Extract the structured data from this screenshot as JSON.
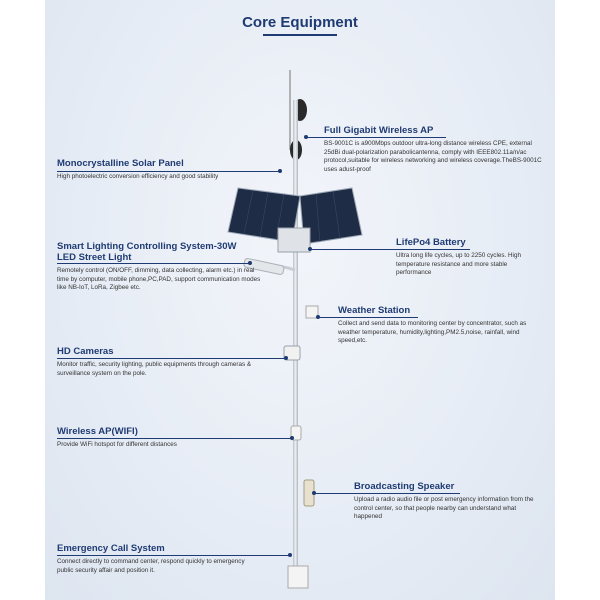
{
  "title": "Core Equipment",
  "callouts": {
    "ap": {
      "heading": "Full Gigabit Wireless AP",
      "body": "BS-9001C is a900Mbps outdoor ultra-long distance wireless CPE, external 25dBi dual-polarization parabolicantenna, comply with IEEE802.11a/n/ac protocol,suitable for wireless networking and wireless coverage.TheBS-9001C uses adust-proof"
    },
    "solar": {
      "heading": "Monocrystalline Solar Panel",
      "body": "High photoelectric conversion efficiency and good stability"
    },
    "lighting": {
      "heading": "Smart Lighting Controlling System-30W LED Street Light",
      "body": "Remotely control (ON/OFF, dimming, data collecting, alarm etc.) in real time by computer, mobile phone,PC,PAD, support communication modes like NB-IoT, LoRa, Zigbee etc."
    },
    "battery": {
      "heading": "LifePo4 Battery",
      "body": "Ultra long life cycles, up to 2250 cycles. High temperature resistance and more stable performance"
    },
    "weather": {
      "heading": "Weather Station",
      "body": "Collect and send data to monitoring center by concentrator, such as weather temperature, humidity,lighting,PM2.5,noise, rainfall, wind speed,etc."
    },
    "cameras": {
      "heading": "HD Cameras",
      "body": "Monitor traffic, security lighting, public equipments through cameras & surveillance system on the pole."
    },
    "wifi": {
      "heading": "Wireless AP(WIFI)",
      "body": "Provide WiFi hotspot for different distances"
    },
    "speaker": {
      "heading": "Broadcasting Speaker",
      "body": "Upload a radio audio file or post emergency information from the control center, so that people nearby can understand what happened"
    },
    "emergency": {
      "heading": "Emergency Call System",
      "body": "Connect directly to command center, respond quickly to emergency public security affair and position it."
    }
  },
  "colors": {
    "accent": "#1f3b73",
    "pole": "#d4d9df",
    "panel": "#1e2c45"
  }
}
